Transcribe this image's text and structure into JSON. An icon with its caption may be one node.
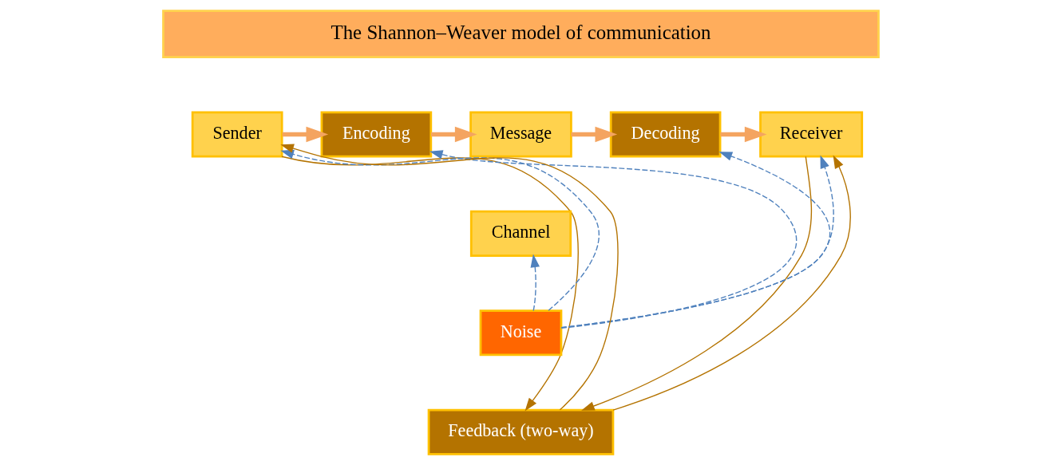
{
  "diagram": {
    "nodes": [
      {
        "text": [
          "The Shannon–Weaver model of communication"
        ]
      },
      {
        "text": [
          "Sender"
        ]
      },
      {
        "text": [
          "Encoding"
        ]
      },
      {
        "text": [
          "Message"
        ]
      },
      {
        "text": [
          "Channel"
        ]
      },
      {
        "text": [
          "Decoding"
        ]
      },
      {
        "text": [
          "Receiver"
        ]
      },
      {
        "text": [
          "Noise"
        ]
      },
      {
        "text": [
          "Feedback (two-way)"
        ]
      }
    ],
    "edges": [
      {
        "from": 1,
        "to": 2,
        "arrow": "to",
        "style": "thick",
        "color": "#f4a460"
      },
      {
        "from": 2,
        "to": 3,
        "arrow": "to",
        "style": "thick",
        "color": "#f4a460"
      },
      {
        "from": 3,
        "to": 5,
        "arrow": "to",
        "style": "thick",
        "color": "#f4a460"
      },
      {
        "from": 5,
        "to": 6,
        "arrow": "to",
        "style": "thick",
        "color": "#f4a460"
      },
      {
        "from": 7,
        "to": 1,
        "arrow": "to",
        "style": "dashed"
      },
      {
        "from": 7,
        "to": 2,
        "arrow": "to",
        "style": "dashed"
      },
      {
        "from": 7,
        "to": 4,
        "arrow": "to",
        "style": "dashed"
      },
      {
        "from": 7,
        "to": 5,
        "arrow": "to",
        "style": "dashed"
      },
      {
        "from": 7,
        "to": 6,
        "arrow": "to",
        "style": "dashed"
      },
      {
        "from": 1,
        "to": 8,
        "arrow": "to",
        "color": "#b47300"
      },
      {
        "from": 8,
        "to": 1,
        "arrow": "to",
        "color": "#b47300"
      },
      {
        "from": 6,
        "to": 8,
        "arrow": "to",
        "color": "#b47300"
      },
      {
        "from": 8,
        "to": 6,
        "arrow": "to",
        "color": "#b47300"
      }
    ]
  }
}
